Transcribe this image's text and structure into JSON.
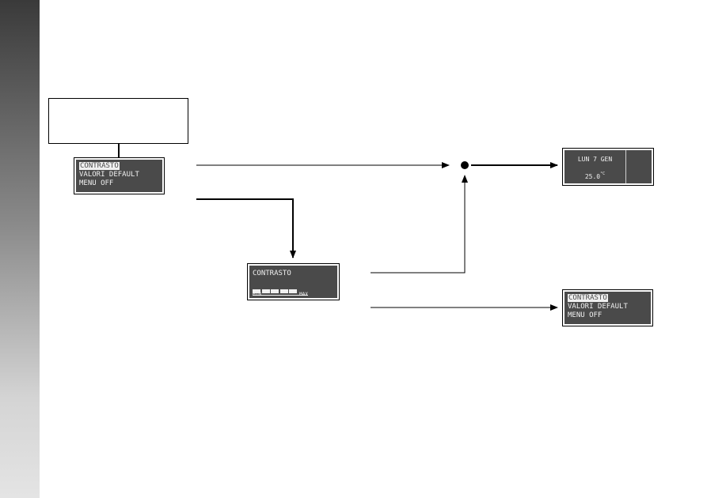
{
  "menu_screen": {
    "items": [
      "CONTRASTO",
      "VALORI DEFAULT",
      "MENU OFF"
    ]
  },
  "contrast_screen": {
    "label": "CONTRASTO",
    "min_label": "MIN",
    "max_label": "MAX",
    "level_fraction": 0.85
  },
  "home_screen": {
    "date": "LUN 7 GEN",
    "temperature": "25.0",
    "temperature_unit": "°C"
  },
  "colors": {
    "lcd_background": "#4a4a4a",
    "lcd_text": "#f0f0f0"
  }
}
